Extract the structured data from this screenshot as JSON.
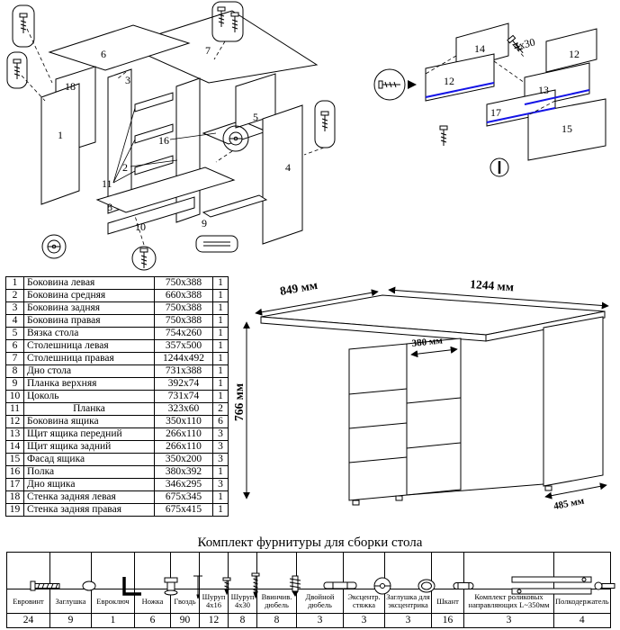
{
  "diagrams": {
    "left": {
      "labels": [
        "6",
        "7",
        "18",
        "1",
        "3",
        "16",
        "2",
        "5",
        "11",
        "8",
        "10",
        "9",
        "4"
      ]
    },
    "right": {
      "labels": [
        "14",
        "12",
        "12",
        "13",
        "17",
        "15"
      ],
      "screw_label": "4х30",
      "callout_letter": "I"
    }
  },
  "desk": {
    "dims": {
      "depth": "849 мм",
      "width": "1244 мм",
      "height": "766 мм",
      "inner": "380 мм",
      "side": "485 мм"
    }
  },
  "parts": {
    "rows": [
      {
        "num": "1",
        "name": "Боковина левая",
        "size": "750x388",
        "qty": "1"
      },
      {
        "num": "2",
        "name": "Боковина средняя",
        "size": "660x388",
        "qty": "1"
      },
      {
        "num": "3",
        "name": "Боковина задняя",
        "size": "750x388",
        "qty": "1"
      },
      {
        "num": "4",
        "name": "Боковина правая",
        "size": "750x388",
        "qty": "1"
      },
      {
        "num": "5",
        "name": "Вязка стола",
        "size": "754x260",
        "qty": "1"
      },
      {
        "num": "6",
        "name": "Столешница левая",
        "size": "357x500",
        "qty": "1"
      },
      {
        "num": "7",
        "name": "Столешница правая",
        "size": "1244x492",
        "qty": "1"
      },
      {
        "num": "8",
        "name": "Дно стола",
        "size": "731x388",
        "qty": "1"
      },
      {
        "num": "9",
        "name": "Планка верхняя",
        "size": "392x74",
        "qty": "1"
      },
      {
        "num": "10",
        "name": "Цоколь",
        "size": "731x74",
        "qty": "1"
      },
      {
        "num": "11",
        "name": "Планка",
        "size": "323x60",
        "qty": "2"
      },
      {
        "num": "12",
        "name": "Боковина ящика",
        "size": "350x110",
        "qty": "6"
      },
      {
        "num": "13",
        "name": "Щит ящика передний",
        "size": "266x110",
        "qty": "3"
      },
      {
        "num": "14",
        "name": "Щит ящика задний",
        "size": "266x110",
        "qty": "3"
      },
      {
        "num": "15",
        "name": "Фасад ящика",
        "size": "350x200",
        "qty": "3"
      },
      {
        "num": "16",
        "name": "Полка",
        "size": "380x392",
        "qty": "1"
      },
      {
        "num": "17",
        "name": "Дно ящика",
        "size": "346x295",
        "qty": "3"
      },
      {
        "num": "18",
        "name": "Стенка задняя левая",
        "size": "675x345",
        "qty": "1"
      },
      {
        "num": "19",
        "name": "Стенка задняя правая",
        "size": "675x415",
        "qty": "1"
      }
    ]
  },
  "hardware": {
    "title": "Комплект фурнитуры для сборки стола",
    "items": [
      {
        "name": "Евровинт",
        "qty": "24"
      },
      {
        "name": "Заглушка",
        "qty": "9"
      },
      {
        "name": "Евроключ",
        "qty": "1"
      },
      {
        "name": "Ножка",
        "qty": "6"
      },
      {
        "name": "Гвоздь",
        "qty": "90"
      },
      {
        "name": "Шуруп 4х16",
        "qty": "12"
      },
      {
        "name": "Шуруп 4х30",
        "qty": "8"
      },
      {
        "name": "Ввинчив. дюбель",
        "qty": "8"
      },
      {
        "name": "Двойной дюбель",
        "qty": "3"
      },
      {
        "name": "Эксцентр. стяжка",
        "qty": "3"
      },
      {
        "name": "Заглушка для эксцентрика",
        "qty": "3"
      },
      {
        "name": "Шкант",
        "qty": "16"
      },
      {
        "name": "Комплект роликовых направляющих L~350мм",
        "qty": "3"
      },
      {
        "name": "Полкодержатель",
        "qty": "4"
      }
    ]
  }
}
